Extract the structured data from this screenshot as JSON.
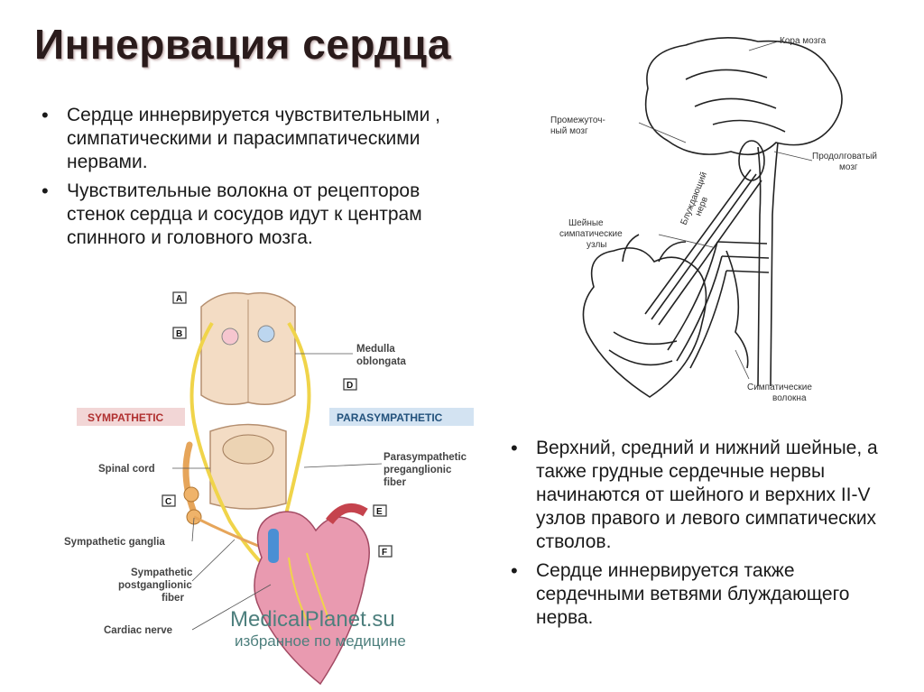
{
  "slide": {
    "title": "Иннервация сердца",
    "left_bullets": [
      "Сердце иннервируется чувствительными , симпатическими и парасимпатическими нервами.",
      "Чувствительные волокна от рецепторов стенок сердца и сосудов идут к центрам спинного и головного мозга."
    ],
    "right_bullets": [
      "Верхний, средний и нижний шейные, а также грудные сердечные нервы начинаются от шейного и верхних II-V узлов правого и левого симпатических стволов.",
      "Сердце иннервируется также сердечными ветвями блуждающего нерва."
    ]
  },
  "figure_left": {
    "tags": [
      "A",
      "B",
      "C",
      "D",
      "E",
      "F"
    ],
    "sympathetic": "SYMPATHETIC",
    "parasympathetic": "PARASYMPATHETIC",
    "labels": {
      "medulla_1": "Medulla",
      "medulla_2": "oblongata",
      "spinal_cord": "Spinal cord",
      "para_1": "Parasympathetic",
      "para_2": "preganglionic",
      "para_3": "fiber",
      "symp_ganglia": "Sympathetic ganglia",
      "symp_post_1": "Sympathetic",
      "symp_post_2": "postganglionic",
      "symp_post_3": "fiber",
      "cardiac_nerve": "Cardiac nerve"
    },
    "watermark_1": "MedicalPlanet.su",
    "watermark_2": "избранное по медицине",
    "colors": {
      "sympathetic_banner": "#f2d6d6",
      "sympathetic_text": "#b03030",
      "parasympathetic_banner": "#d3e3f2",
      "parasympathetic_text": "#23527c",
      "nerve": "#f0d44a"
    }
  },
  "figure_right": {
    "labels": {
      "cortex": "Кора мозга",
      "diencephalon_1": "Промежуточ-",
      "diencephalon_2": "ный  мозг",
      "medulla_1": "Продолговатый",
      "medulla_2": "мозг",
      "vagus_1": "Блуждающий",
      "vagus_2": "нерв",
      "cervical_1": "Шейные",
      "cervical_2": "симпатические",
      "cervical_3": "узлы",
      "symp_fibers_1": "Симпатические",
      "symp_fibers_2": "волокна"
    }
  }
}
